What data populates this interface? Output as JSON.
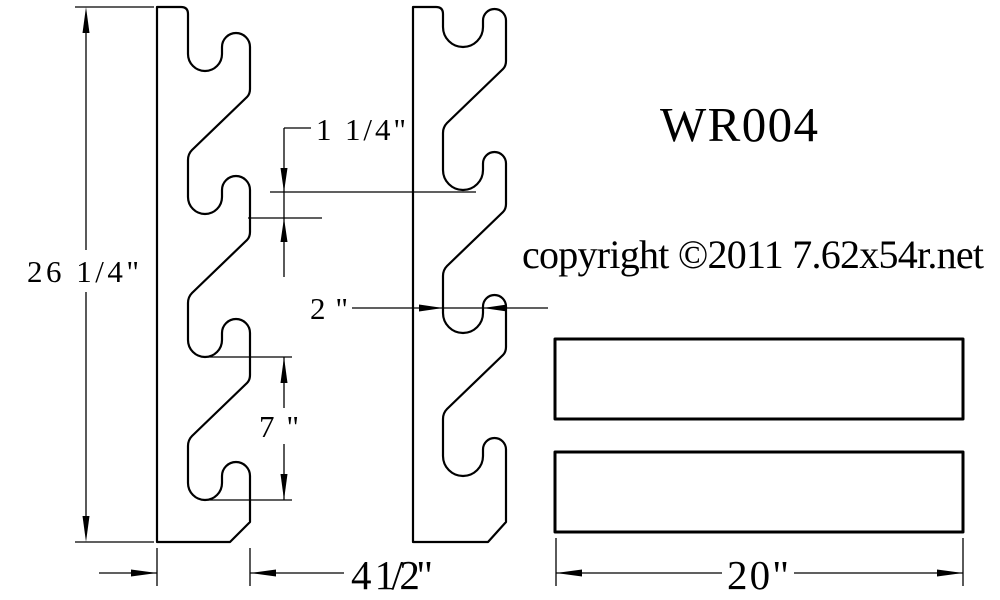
{
  "drawing": {
    "title": "WR004",
    "copyright": "copyright ©2011 7.62x54r.net",
    "dims": {
      "overall_height": "26 1/4\"",
      "notch_offset": "1 1/4\"",
      "notch_opening": "2\"",
      "notch_spacing": "7\"",
      "side_width": "4 1/2\"",
      "shelf_length": "20\""
    }
  }
}
